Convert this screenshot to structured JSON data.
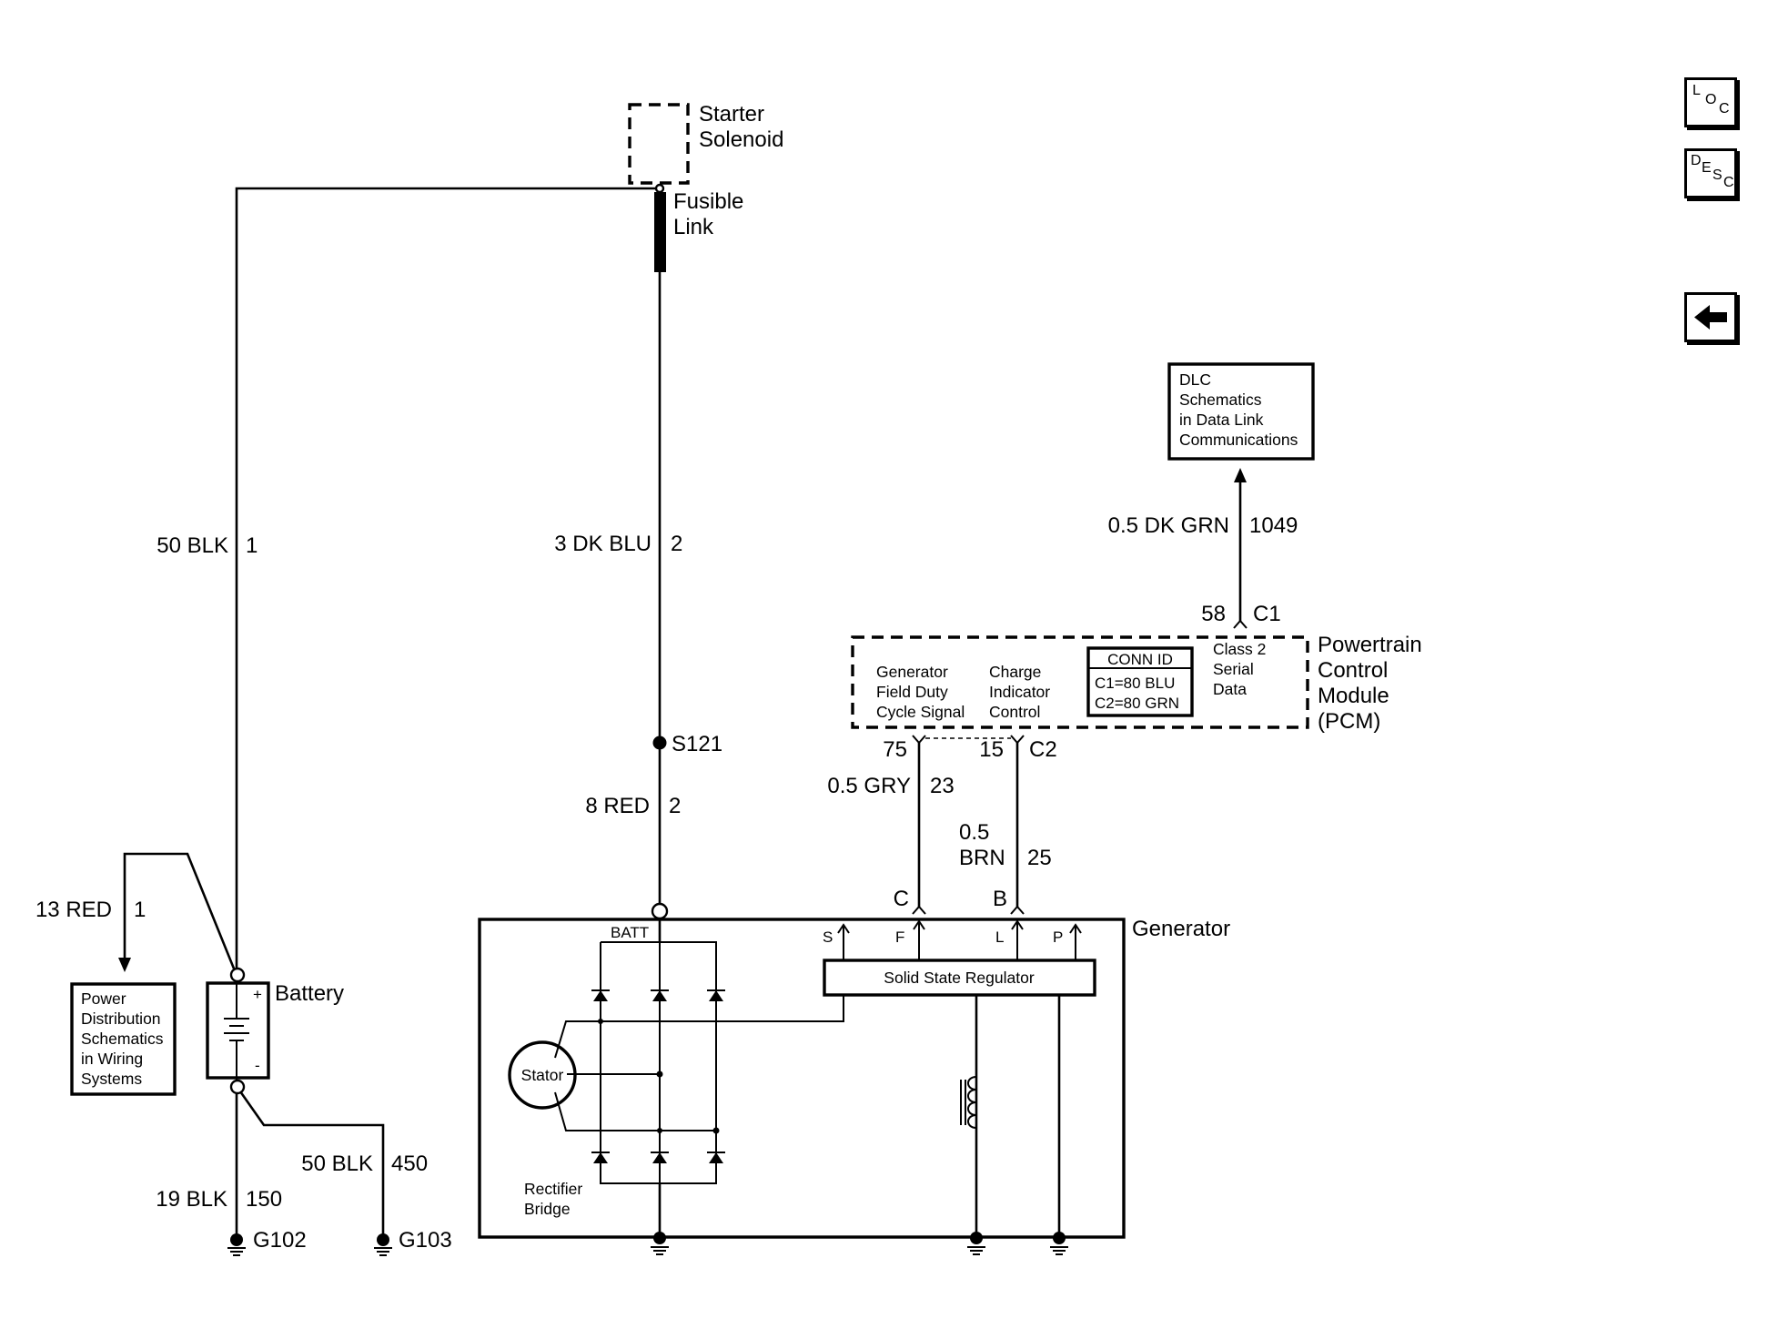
{
  "nav": {
    "loc": {
      "a": "L",
      "b": "O",
      "c": "C"
    },
    "desc": {
      "a": "D",
      "b": "E",
      "c": "S",
      "d": "C"
    }
  },
  "components": {
    "starter_solenoid": [
      "Starter",
      "Solenoid"
    ],
    "fusible_link": [
      "Fusible",
      "Link"
    ],
    "battery": "Battery",
    "battery_plus": "+",
    "battery_minus": "-",
    "power_distribution": [
      "Power",
      "Distribution",
      "Schematics",
      "in Wiring",
      "Systems"
    ],
    "dlc": [
      "DLC",
      "Schematics",
      "in Data Link",
      "Communications"
    ],
    "pcm": [
      "Powertrain",
      "Control",
      "Module",
      "(PCM)"
    ],
    "pcm_gen_field": [
      "Generator",
      "Field Duty",
      "Cycle Signal"
    ],
    "pcm_charge": [
      "Charge",
      "Indicator",
      "Control"
    ],
    "pcm_class2": [
      "Class 2",
      "Serial",
      "Data"
    ],
    "conn_id": {
      "title": "CONN ID",
      "c1": "C1=80 BLU",
      "c2": "C2=80 GRN"
    },
    "generator": "Generator",
    "batt_terminal": "BATT",
    "stator": "Stator",
    "rectifier": [
      "Rectifier",
      "Bridge"
    ],
    "regulator": "Solid State Regulator",
    "terminals": {
      "s": "S",
      "f": "F",
      "l": "L",
      "p": "P"
    }
  },
  "wires": {
    "w1": {
      "gauge_color": "50 BLK",
      "circuit": "1"
    },
    "w2": {
      "gauge_color": "3 DK BLU",
      "circuit": "2"
    },
    "w3": {
      "gauge_color": "8 RED",
      "circuit": "2"
    },
    "w4": {
      "gauge_color": "13 RED",
      "circuit": "1"
    },
    "w5": {
      "gauge_color": "50 BLK",
      "circuit": "450"
    },
    "w6": {
      "gauge_color": "19 BLK",
      "circuit": "150"
    },
    "w7": {
      "gauge_color": "0.5 DK GRN",
      "circuit": "1049"
    },
    "w8": {
      "gauge_color": "0.5 GRY",
      "circuit": "23"
    },
    "w9": {
      "gauge_color": [
        "0.5",
        "BRN"
      ],
      "circuit": "25"
    }
  },
  "splice": "S121",
  "grounds": {
    "g102": "G102",
    "g103": "G103"
  },
  "pins": {
    "p58": "58",
    "c1": "C1",
    "p75": "75",
    "p15": "15",
    "c2": "C2",
    "gen_c": "C",
    "gen_b": "B"
  }
}
